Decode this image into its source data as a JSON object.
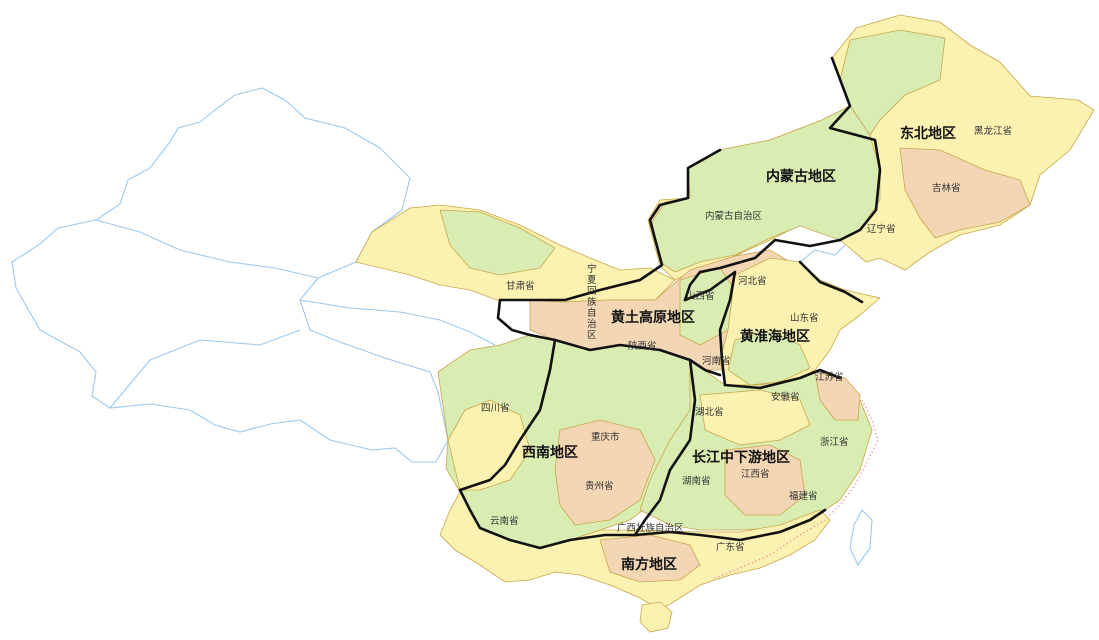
{
  "regions": {
    "northeast": "东北地区",
    "inner_mongolia": "内蒙古地区",
    "loess_plateau": "黄土高原地区",
    "huanghuaihai": "黄淮海地区",
    "southwest": "西南地区",
    "yangtze": "长江中下游地区",
    "south": "南方地区"
  },
  "provinces": {
    "heilongjiang": "黑龙江省",
    "jilin": "吉林省",
    "liaoning": "辽宁省",
    "neimenggu": "内蒙古自治区",
    "gansu": "甘肃省",
    "ningxia_1": "宁",
    "ningxia_2": "夏",
    "ningxia_3": "回",
    "ningxia_4": "族",
    "ningxia_5": "自",
    "ningxia_6": "治",
    "ningxia_7": "区",
    "shanxi": "山西省",
    "hebei": "河北省",
    "shandong": "山东省",
    "shaanxi": "陕西省",
    "henan": "河南省",
    "jiangsu": "江苏省",
    "anhui": "安徽省",
    "hubei": "湖北省",
    "sichuan": "四川省",
    "chongqing": "重庆市",
    "zhejiang": "浙江省",
    "jiangxi": "江西省",
    "hunan": "湖南省",
    "guizhou": "贵州省",
    "fujian": "福建省",
    "yunnan": "云南省",
    "guangxi": "广西壮族自治区",
    "guangdong": "广东省"
  },
  "colors": {
    "yellow": "#fbf2b2",
    "green": "#d9edb3",
    "tan": "#f3d6b4",
    "boundary": "#111111",
    "outline": "#9cc8ec"
  }
}
